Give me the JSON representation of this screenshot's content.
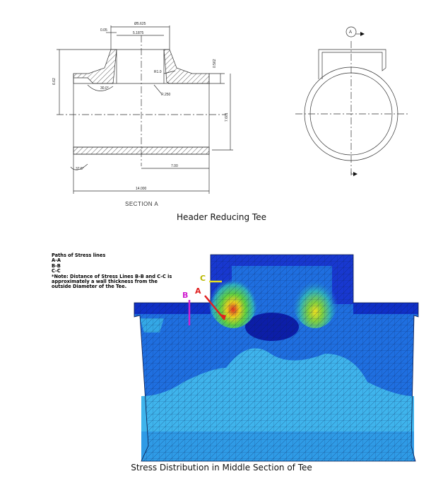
{
  "drawing": {
    "dims": {
      "outer_dia": "Ø5.625",
      "bore": "5.1875",
      "lip": "0.05",
      "height": "6.62",
      "radius": "R1.0",
      "small_r": "R.250",
      "angle1": "30.0°",
      "angle2": "37.5°",
      "thickness": "0.562",
      "header_dia": "7.601",
      "half_len": "7.00",
      "length": "14.000"
    },
    "section_label": "SECTION  A",
    "section_marker": "A"
  },
  "captions": {
    "header": "Header Reducing Tee",
    "stress": "Stress Distribution in Middle Section of Tee"
  },
  "note": {
    "title": "Paths of Stress lines",
    "lines": [
      "A-A",
      "B-B",
      "C-C"
    ],
    "text1": "*Note: Distance of Stress Lines B-B and C-C is",
    "text2": "approximately a wall thickness from the",
    "text3": "outside Diameter of the Tee."
  },
  "stress_labels": {
    "a": "A",
    "b": "B",
    "c": "C"
  },
  "colors": {
    "deep_blue": "#1030c8",
    "mid_blue": "#1f6fe0",
    "light_blue": "#3aa0e8",
    "cyan": "#40c0e8",
    "hot_red": "#e02020",
    "label_a": "#e02020",
    "label_b": "#d020d0",
    "label_c": "#c8c800"
  }
}
